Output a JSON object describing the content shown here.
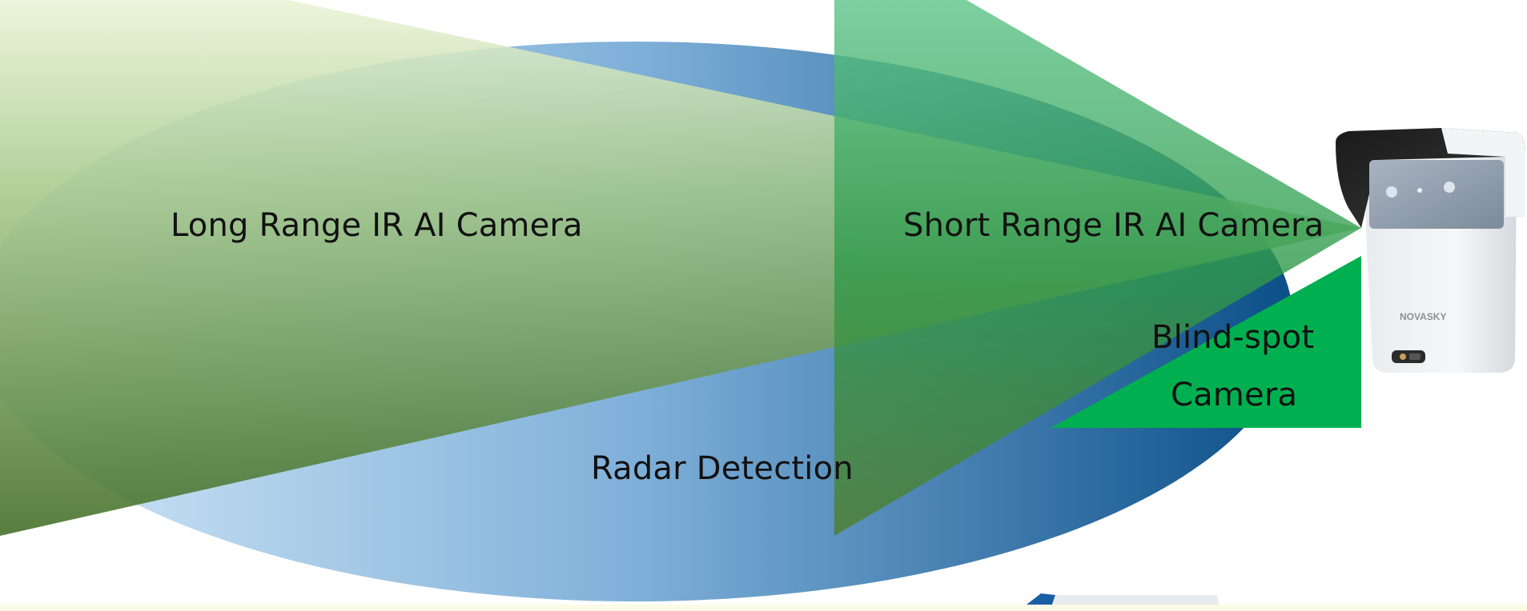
{
  "labels": {
    "long_range": "Long Range IR AI Camera",
    "short_range": "Short Range IR AI Camera",
    "blind_spot_line1": "Blind-spot",
    "blind_spot_line2": "Camera",
    "radar": "Radar Detection"
  },
  "device": {
    "brand": "NOVASKY"
  },
  "colors": {
    "radar_dark": "#0b4f88",
    "radar_light": "#d4e8f7",
    "long_range_light": "#eef6dd",
    "long_range_dark": "#3f6f22",
    "short_range_light": "#68c78e",
    "short_range_dark": "#1e8a52",
    "blind_spot": "#00b050"
  }
}
